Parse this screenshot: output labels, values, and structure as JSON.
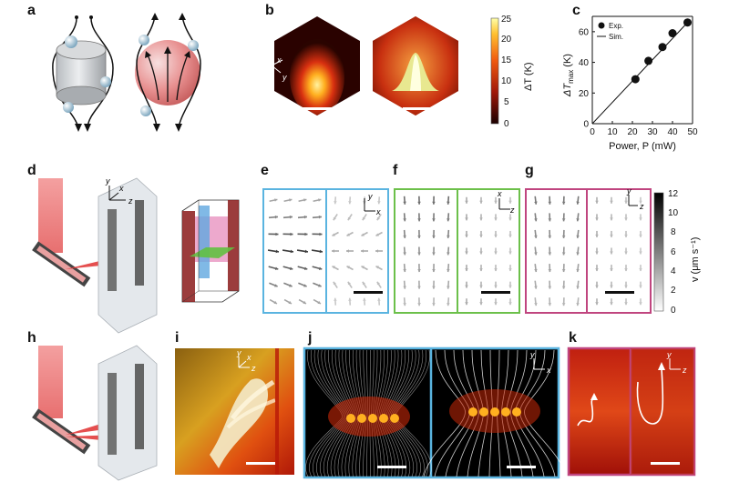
{
  "panels": [
    "a",
    "b",
    "c",
    "d",
    "e",
    "f",
    "g",
    "h",
    "i",
    "j",
    "k"
  ],
  "colorbar_b": {
    "label": "ΔT (K)",
    "ticks": [
      "25",
      "20",
      "15",
      "10",
      "5",
      "0"
    ]
  },
  "colorbar_g": {
    "label": "v (μm s⁻¹)",
    "ticks": [
      "12",
      "10",
      "8",
      "6",
      "4",
      "2",
      "0"
    ]
  },
  "axes_labels": {
    "x": "x",
    "y": "y",
    "z": "z"
  },
  "colors": {
    "blue_frame": "#5ab4e0",
    "green_frame": "#6cc04a",
    "magenta_frame": "#c0457f",
    "heat_dark": "#3a0600",
    "heat_mid": "#d83a10",
    "heat_bright": "#ffe070"
  },
  "chart_data": {
    "type": "scatter",
    "title": "",
    "xlabel": "Power, P (mW)",
    "ylabel": "ΔT_max (K)",
    "ylabel_main": "ΔT",
    "ylabel_sub": "max",
    "ylabel_unit": "(K)",
    "xlim": [
      0,
      50
    ],
    "ylim": [
      0,
      70
    ],
    "xticks": [
      "0",
      "10",
      "20",
      "30",
      "40",
      "50"
    ],
    "yticks": [
      "0",
      "20",
      "40",
      "60"
    ],
    "legend": [
      "Exp.",
      "Sim."
    ],
    "legend_position": "top-left",
    "series": [
      {
        "name": "Exp.",
        "marker": "circle",
        "x": [
          21.5,
          28,
          35,
          40,
          47.5
        ],
        "y": [
          29,
          41,
          50,
          59,
          66
        ]
      },
      {
        "name": "Sim.",
        "marker": "line",
        "x": [
          0,
          47.5
        ],
        "y": [
          0,
          66
        ]
      }
    ]
  }
}
